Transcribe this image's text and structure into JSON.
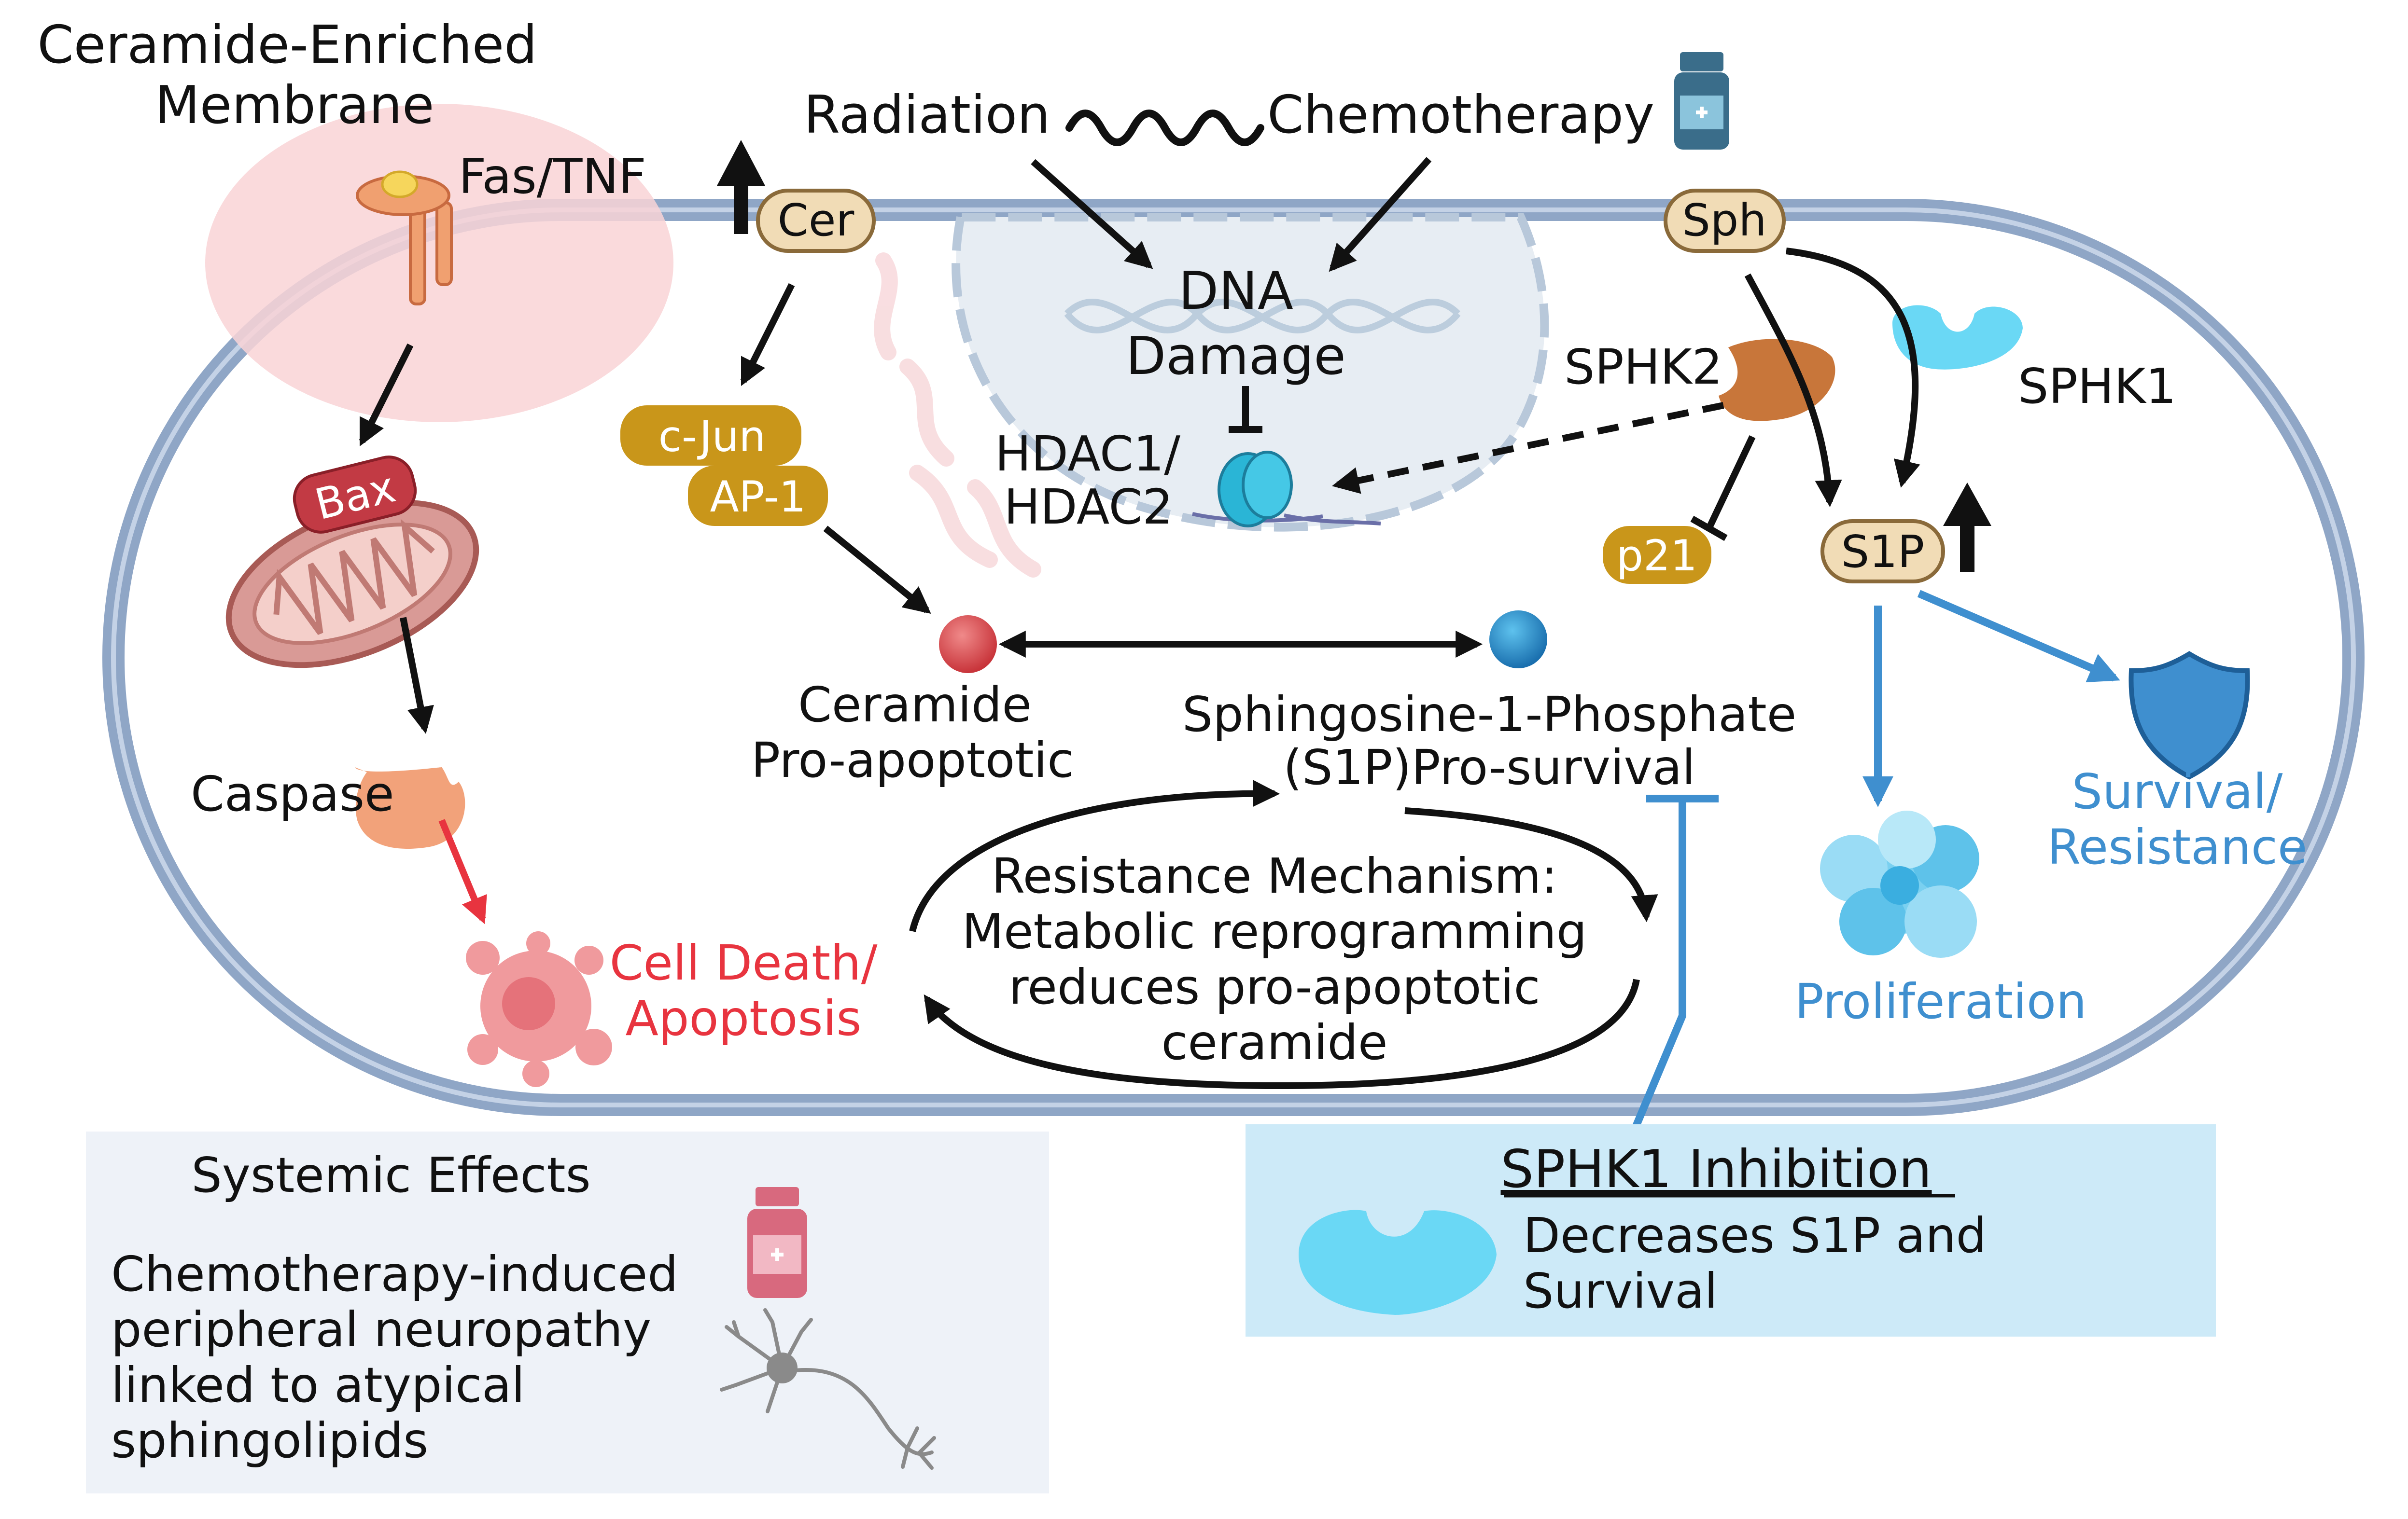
{
  "membrane": {
    "title_line1": "Ceramide-Enriched",
    "title_line2": "Membrane",
    "receptor_label": "Fas/TNF"
  },
  "triggers": {
    "radiation": "Radiation",
    "chemotherapy": "Chemotherapy"
  },
  "nucleus": {
    "dna_line1": "DNA",
    "dna_line2": "Damage",
    "hdac_line1": "HDAC1/",
    "hdac_line2": "HDAC2"
  },
  "molecules": {
    "cer": "Cer",
    "sph": "Sph",
    "cjun": "c-Jun",
    "ap1": "AP-1",
    "bax": "Bax",
    "sphk2": "SPHK2",
    "sphk1": "SPHK1",
    "p21": "p21",
    "s1p": "S1P"
  },
  "pathway": {
    "caspase": "Caspase",
    "death_line1": "Cell Death/",
    "death_line2": "Apoptosis"
  },
  "balance": {
    "ceramide_line1": "Ceramide",
    "ceramide_line2": "Pro-apoptotic",
    "s1p_line1": "Sphingosine-1-Phosphate",
    "s1p_line2": "(S1P)Pro-survival"
  },
  "resistance": {
    "line1": "Resistance Mechanism:",
    "line2": "Metabolic reprogramming",
    "line3": "reduces pro-apoptotic",
    "line4": "ceramide"
  },
  "outcomes": {
    "survival_line1": "Survival/",
    "survival_line2": "Resistance",
    "proliferation": "Proliferation"
  },
  "systemic": {
    "title": "Systemic Effects",
    "line1": "Chemotherapy-induced",
    "line2": "peripheral neuropathy",
    "line3": "linked to atypical",
    "line4": "sphingolipids"
  },
  "inhibition": {
    "title": "SPHK1 Inhibition",
    "line1": "Decreases S1P and",
    "line2": "Survival"
  },
  "colors": {
    "membrane": "#8fa6c6",
    "gold": "#c9961a",
    "pill": "#f1dcb6",
    "red": "#e8343f",
    "blue": "#3f8fcf",
    "cyan": "#6ad8f5",
    "sphk2": "#c8763a"
  }
}
